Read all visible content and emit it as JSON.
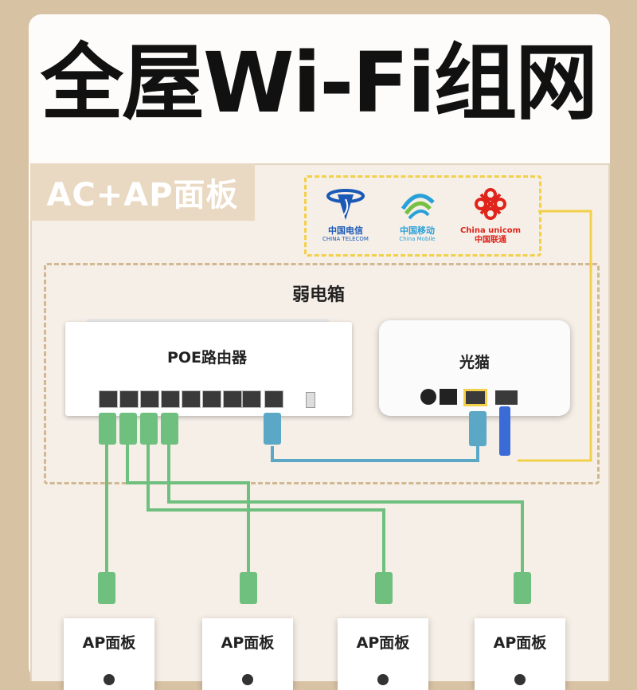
{
  "title": "全屋Wi-Fi组网",
  "badge": "AC+AP面板",
  "isps": [
    {
      "name": "中国电信",
      "sub": "CHINA TELECOM",
      "color": "#1b59b6"
    },
    {
      "name": "中国移动",
      "sub": "China Mobile",
      "color": "#2aa0d8"
    },
    {
      "name": "China unicom中国联通",
      "sub": "",
      "color": "#e0241b"
    }
  ],
  "weak_box": "弱电箱",
  "router": {
    "label": "POE路由器"
  },
  "modem": {
    "label": "光猫"
  },
  "aps": [
    "AP面板",
    "AP面板",
    "AP面板",
    "AP面板"
  ],
  "colors": {
    "accent_yellow": "#f2d04a",
    "cable_green": "#6fbf7e",
    "cable_blue": "#5aa7c6",
    "fiber_yellow": "#f4d86a"
  }
}
